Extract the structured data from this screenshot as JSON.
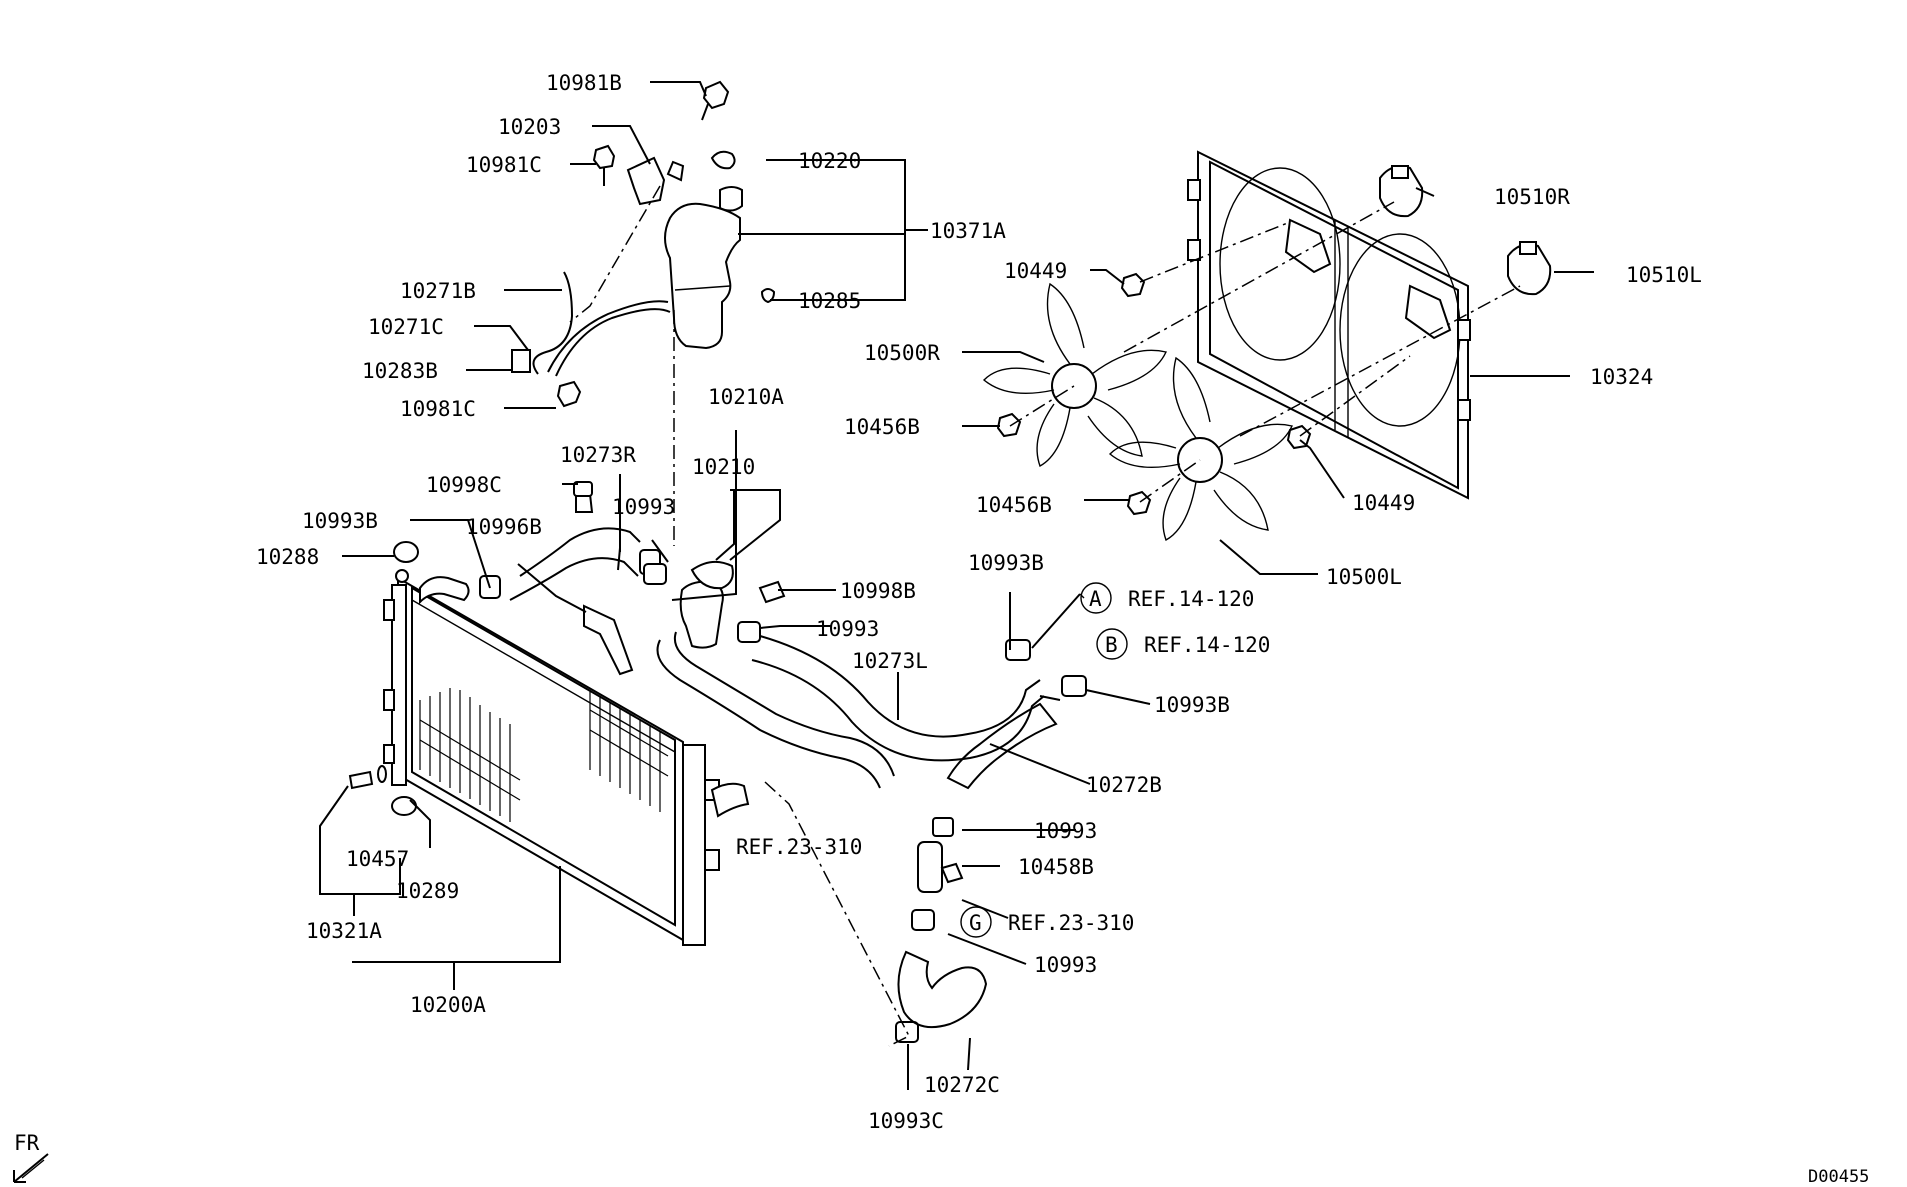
{
  "diagram": {
    "code": "D00455",
    "front_marker": "FR",
    "callouts": [
      "10981B",
      "10203",
      "10981C",
      "10220",
      "10371A",
      "10271B",
      "10271C",
      "10285",
      "10283B",
      "10981C",
      "10210A",
      "10210",
      "10273R",
      "10998C",
      "10993",
      "10993B",
      "10996B",
      "10288",
      "10998B",
      "10993",
      "10993B",
      "10273L",
      "10993B",
      "10272B",
      "10993",
      "10458B",
      "10993",
      "10272C",
      "10993C",
      "10457",
      "10289",
      "10321A",
      "10200A",
      "10449",
      "10500R",
      "10456B",
      "10456B",
      "10449",
      "10500L",
      "10510R",
      "10510L",
      "10324"
    ],
    "references": [
      {
        "circle": "A",
        "text": "REF.14-120"
      },
      {
        "circle": "B",
        "text": "REF.14-120"
      },
      {
        "circle": "G",
        "text": "REF.23-310"
      },
      {
        "circle": "",
        "text": "REF.23-310"
      }
    ]
  }
}
